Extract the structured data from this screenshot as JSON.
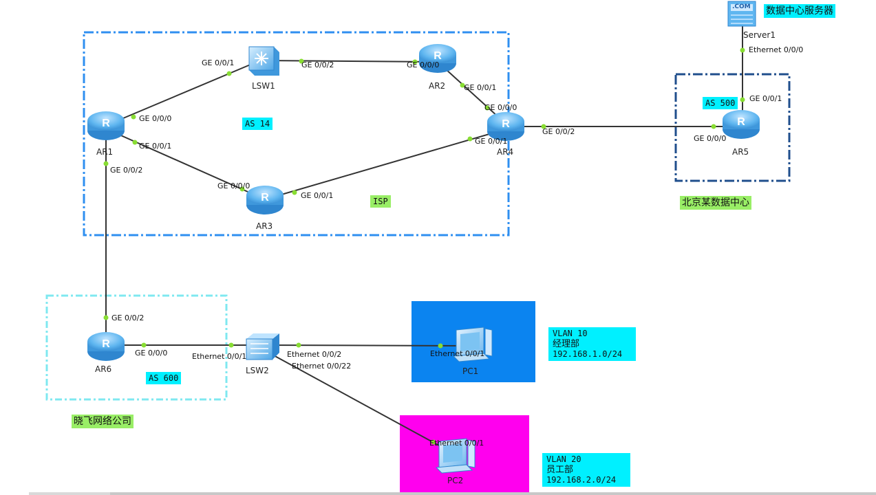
{
  "areas": {
    "as14": "AS 14",
    "isp": "ISP",
    "as500": "AS 500",
    "as600": "AS 600",
    "beijing_dc": "北京某数据中心",
    "xiaofei": "晓飞网络公司"
  },
  "devices": {
    "ar1": "AR1",
    "ar2": "AR2",
    "ar3": "AR3",
    "ar4": "AR4",
    "ar5": "AR5",
    "ar6": "AR6",
    "lsw1": "LSW1",
    "lsw2": "LSW2",
    "pc1": "PC1",
    "pc2": "PC2",
    "server1": "Server1",
    "server_badge": ".COM",
    "server_desc": "数据中心服务器"
  },
  "ports": {
    "ar1_g000": "GE 0/0/0",
    "ar1_g001": "GE 0/0/1",
    "ar1_g002": "GE 0/0/2",
    "lsw1_g001": "GE 0/0/1",
    "lsw1_g002": "GE 0/0/2",
    "ar2_g000": "GE 0/0/0",
    "ar2_g001": "GE 0/0/1",
    "ar3_g000": "GE 0/0/0",
    "ar3_g001": "GE 0/0/1",
    "ar4_g000": "GE 0/0/0",
    "ar4_g001": "GE 0/0/1",
    "ar4_g002": "GE 0/0/2",
    "ar5_g000": "GE 0/0/0",
    "ar5_g001": "GE 0/0/1",
    "server_eth": "Ethernet 0/0/0",
    "ar6_g002": "GE 0/0/2",
    "ar6_g000": "GE 0/0/0",
    "lsw2_e001": "Ethernet 0/0/1",
    "lsw2_e002": "Ethernet 0/0/2",
    "lsw2_e0022": "Ethernet 0/0/22",
    "pc1_eth": "Ethernet 0/0/1",
    "pc2_eth": "Ethernet 0/0/1"
  },
  "vlans": {
    "v10": {
      "id": "VLAN 10",
      "name": "经理部",
      "subnet": "192.168.1.0/24"
    },
    "v20": {
      "id": "VLAN 20",
      "name": "员工部",
      "subnet": "192.168.2.0/24"
    }
  },
  "colors": {
    "isp_border": "#2f8ff0",
    "dc_border": "#1f4e8c",
    "company_border": "#7fe8f0",
    "pc1_bg": "#0b84f0",
    "pc2_bg": "#ff00ee",
    "tag_cyan": "#00f0ff",
    "tag_green": "#99ee66",
    "port_dot": "#88dd33"
  }
}
